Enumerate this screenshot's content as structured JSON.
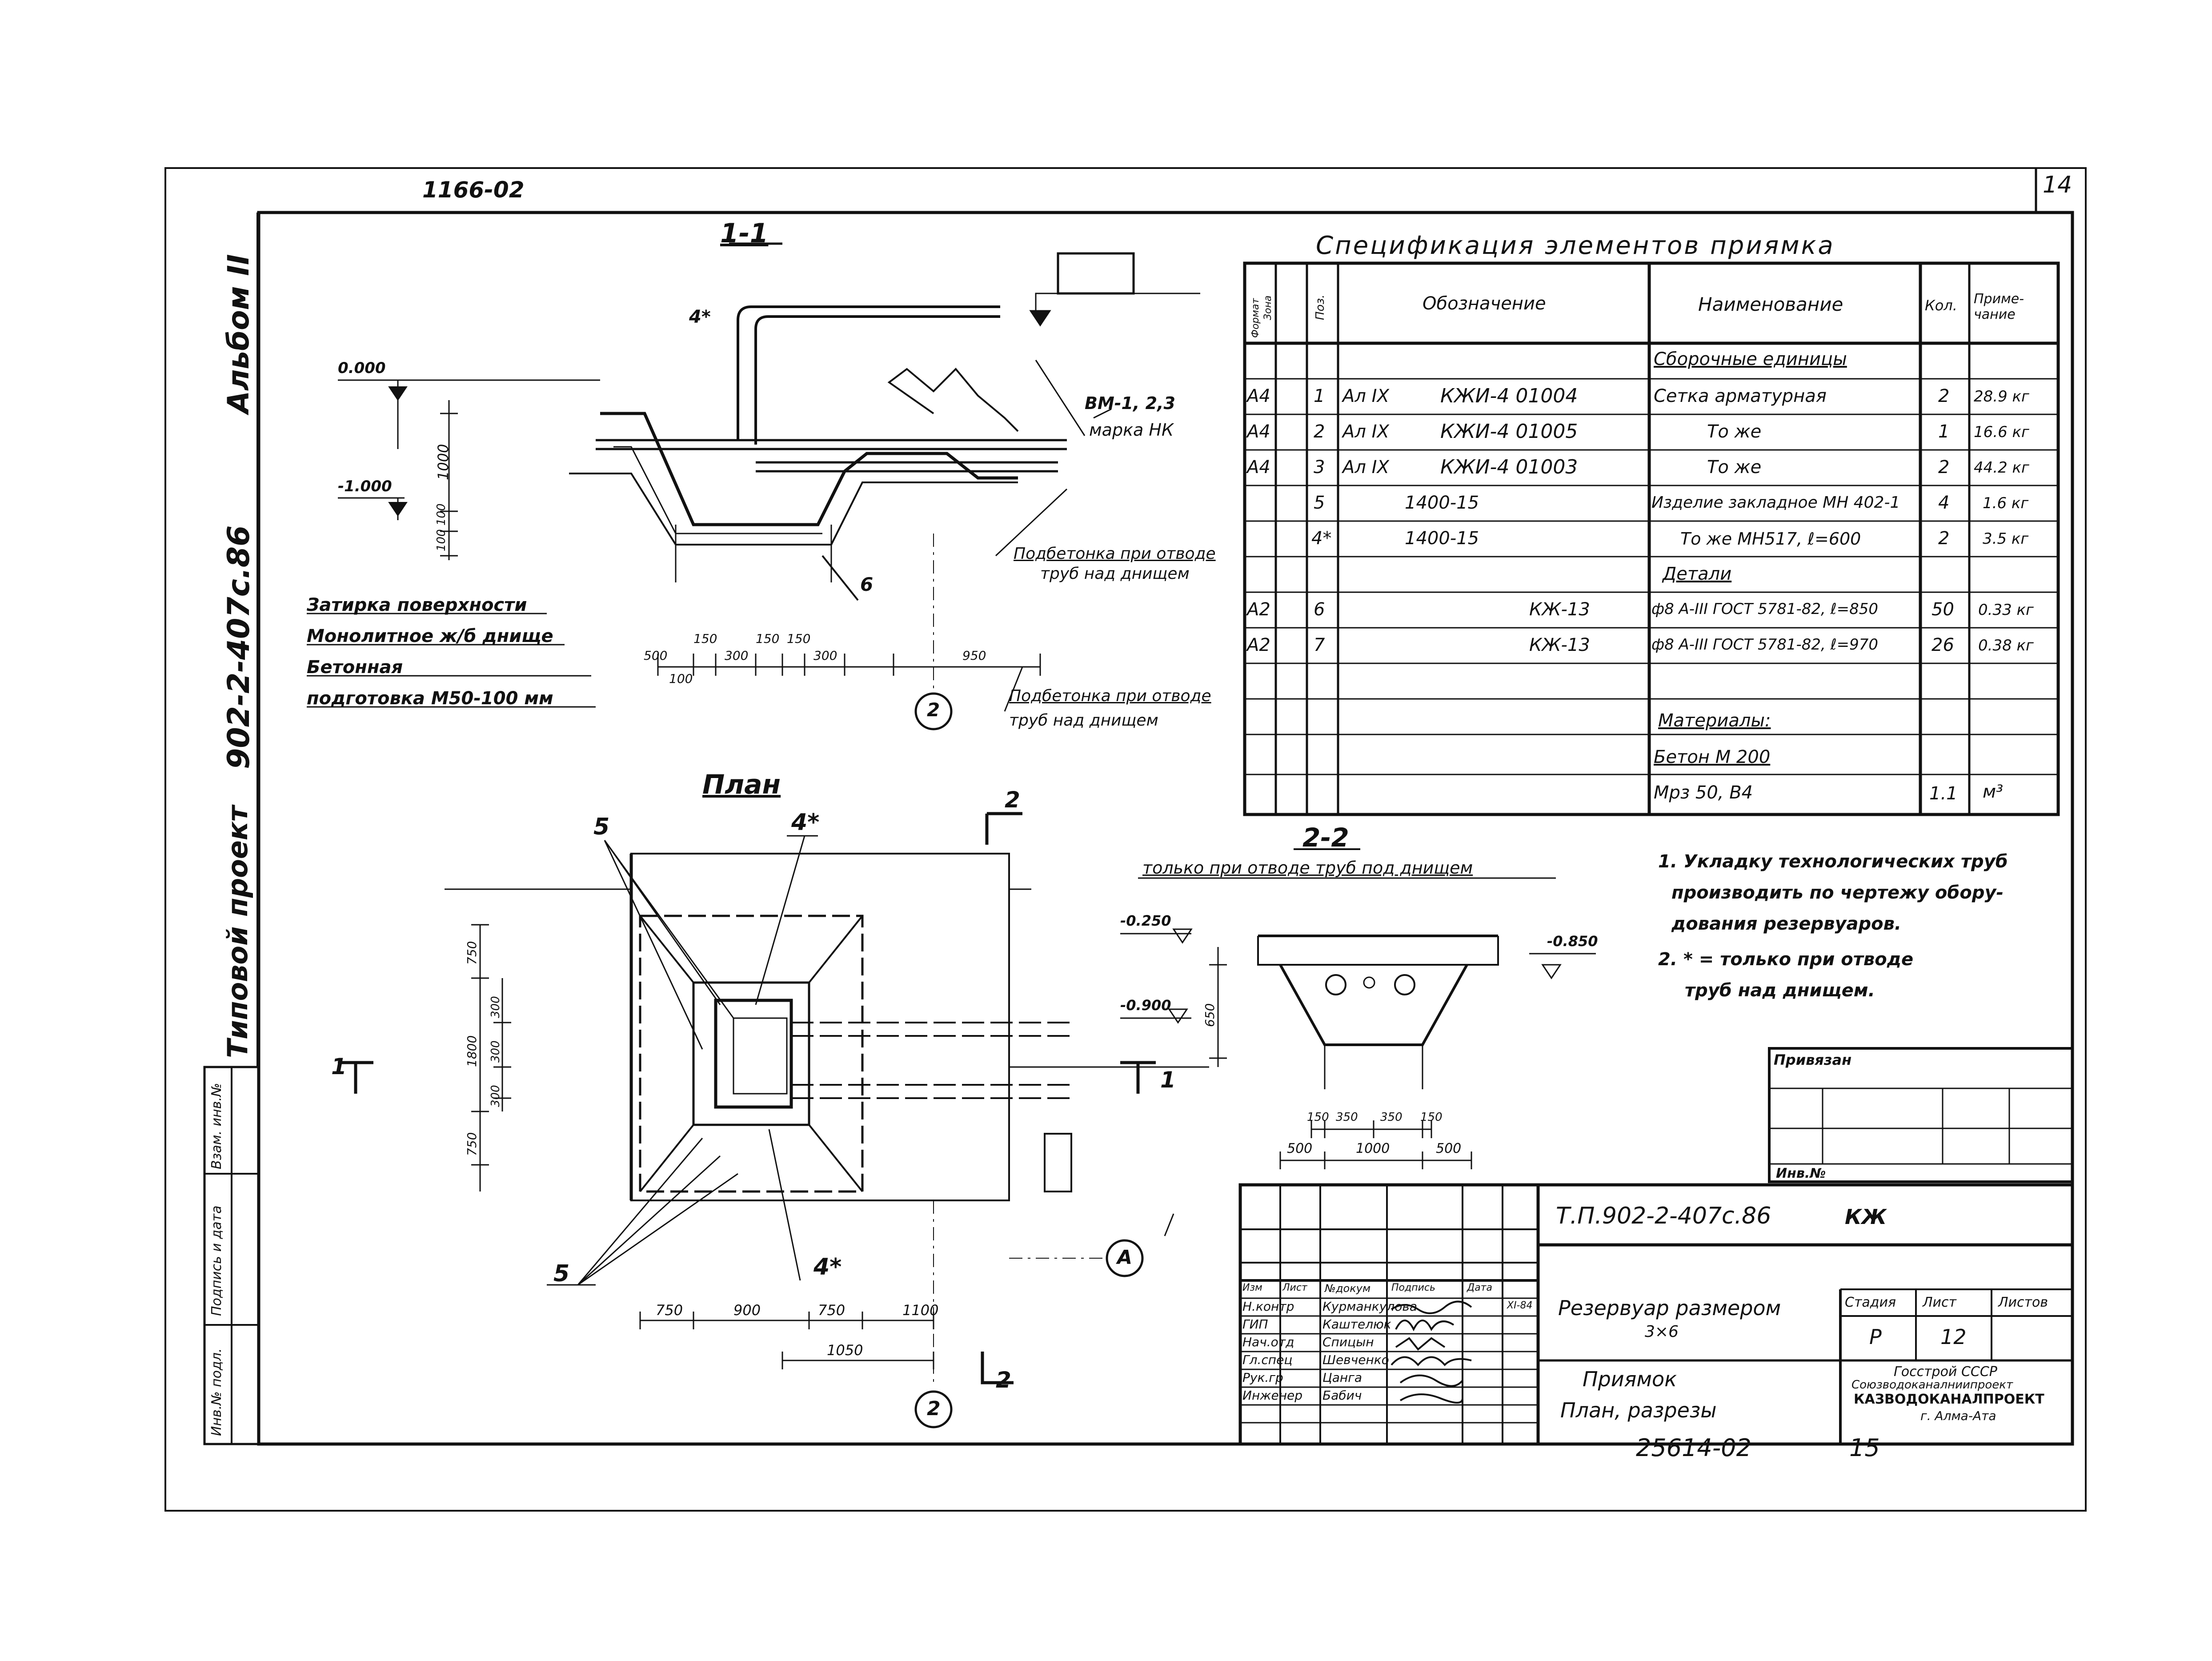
{
  "header": {
    "doc_code_top": "1166-02",
    "sheet_no_top": "14",
    "album": "Альбом II",
    "project_code_side": "902-2-407с.86",
    "project_type_side": "Типовой проект"
  },
  "left_strip_labels": [
    "Инв.№ подл.",
    "Подпись и дата",
    "Взам. инв.№"
  ],
  "section_1_1": {
    "title": "1-1",
    "level_0": "0.000",
    "level_1": "-1.000",
    "dim_1000": "1000",
    "dim_small": "100 100",
    "mark_4": "4*",
    "mark_6": "6",
    "label_vm": "ВМ-1, 2,3",
    "label_mark": "марка НК",
    "note_under_1": "Подбетонка при отводе",
    "note_under_1b": "труб над днищем",
    "note_under_2": "Подбетонка при отводе",
    "note_under_2b": "труб над днищем",
    "dims_bottom": [
      "500",
      "150",
      "300",
      "150",
      "150",
      "300",
      "950"
    ],
    "dim_100": "100",
    "axis_label": "2",
    "legend_1": "Затирка поверхности",
    "legend_2": "Монолитное ж/б днище",
    "legend_3": "Бетонная",
    "legend_4": "подготовка М50-100 мм"
  },
  "plan": {
    "title": "План",
    "mark_5_top": "5",
    "mark_4_top": "4*",
    "mark_5_bottom": "5",
    "mark_4_bottom": "4*",
    "section_mark_left": "1",
    "section_mark_right": "1",
    "section_mark_2_top": "2",
    "section_mark_2_bottom": "2",
    "dims_left": [
      "750",
      "1800",
      "750"
    ],
    "dims_inner": [
      "300",
      "300",
      "300"
    ],
    "dims_bottom": [
      "750",
      "900",
      "750",
      "1100"
    ],
    "dim_1050": "1050",
    "axis_a": "A",
    "axis_2": "2"
  },
  "section_2_2": {
    "title": "2-2",
    "subtitle": "только при отводе труб под днищем",
    "level_top": "-0.250",
    "level_mid": "-0.900",
    "level_right": "-0.850",
    "dim_height": "650",
    "dims_a": [
      "150",
      "350",
      "350",
      "150"
    ],
    "dims_b": [
      "500",
      "1000",
      "500"
    ]
  },
  "spec": {
    "title": "Спецификация элементов приямка",
    "headers": {
      "format": "Формат",
      "zone": "Зона",
      "pos": "Поз.",
      "designation": "Обозначение",
      "name": "Наименование",
      "qty": "Кол.",
      "note": "Приме-чание"
    },
    "group_assembly": "Сборочные единицы",
    "rows": [
      {
        "format": "А4",
        "pos": "1",
        "prefix": "Ал IX",
        "designation": "КЖИ-4 01004",
        "name": "Сетка арматурная",
        "qty": "2",
        "note": "28.9 кг"
      },
      {
        "format": "А4",
        "pos": "2",
        "prefix": "Ал IX",
        "designation": "КЖИ-4 01005",
        "name": "То же",
        "qty": "1",
        "note": "16.6 кг"
      },
      {
        "format": "А4",
        "pos": "3",
        "prefix": "Ал IX",
        "designation": "КЖИ-4 01003",
        "name": "То же",
        "qty": "2",
        "note": "44.2 кг"
      },
      {
        "format": "",
        "pos": "5",
        "prefix": "",
        "designation": "1400-15",
        "name": "Изделие закладное МН 402-1",
        "qty": "4",
        "note": "1.6 кг"
      },
      {
        "format": "",
        "pos": "4*",
        "prefix": "",
        "designation": "1400-15",
        "name": "То же МН517, ℓ=600",
        "qty": "2",
        "note": "3.5 кг"
      }
    ],
    "group_parts": "Детали",
    "parts": [
      {
        "format": "А2",
        "pos": "6",
        "designation": "КЖ-13",
        "name": "ф8 А-III ГОСТ 5781-82, ℓ=850",
        "qty": "50",
        "note": "0.33 кг"
      },
      {
        "format": "А2",
        "pos": "7",
        "designation": "КЖ-13",
        "name": "ф8 А-III ГОСТ 5781-82, ℓ=970",
        "qty": "26",
        "note": "0.38 кг"
      }
    ],
    "group_materials": "Материалы:",
    "material_1": "Бетон М 200",
    "material_2": "Мрз 50, В4",
    "material_qty": "1.1",
    "material_unit": "м³"
  },
  "notes": {
    "n1_a": "1. Укладку технологических труб",
    "n1_b": "производить по чертежу обору-",
    "n1_c": "дования резервуаров.",
    "n2_a": "2. * = только при отводе",
    "n2_b": "труб над днищем."
  },
  "privyazan": {
    "label": "Привязан",
    "inv": "Инв.№"
  },
  "title_block": {
    "code": "Т.П.902-2-407с.86",
    "mark": "КЖ",
    "roles": [
      "Н.контр",
      "ГИП",
      "Нач.отд",
      "Гл.спец",
      "Рук.гр",
      "Инженер"
    ],
    "names": [
      "Курманкулова",
      "Каштелюк",
      "Спицын",
      "Шевченко",
      "Цанга",
      "Бабич"
    ],
    "col_headers": [
      "Изм",
      "Лист",
      "№докум",
      "Подпись",
      "Дата"
    ],
    "date": "XI-84",
    "object_1": "Резервуар размером",
    "object_2": "3×6",
    "sheet_1": "Приямок",
    "sheet_2": "План, разрезы",
    "stage_label": "Стадия",
    "sheet_label": "Лист",
    "sheets_label": "Листов",
    "stage": "Р",
    "sheet": "12",
    "org_1": "Госстрой СССР",
    "org_2": "Союзводоканалниипроект",
    "org_3": "КАЗВОДОКАНАЛПРОЕКТ",
    "org_4": "г. Алма-Ата"
  },
  "footer": {
    "code": "25614-02",
    "page": "15"
  }
}
